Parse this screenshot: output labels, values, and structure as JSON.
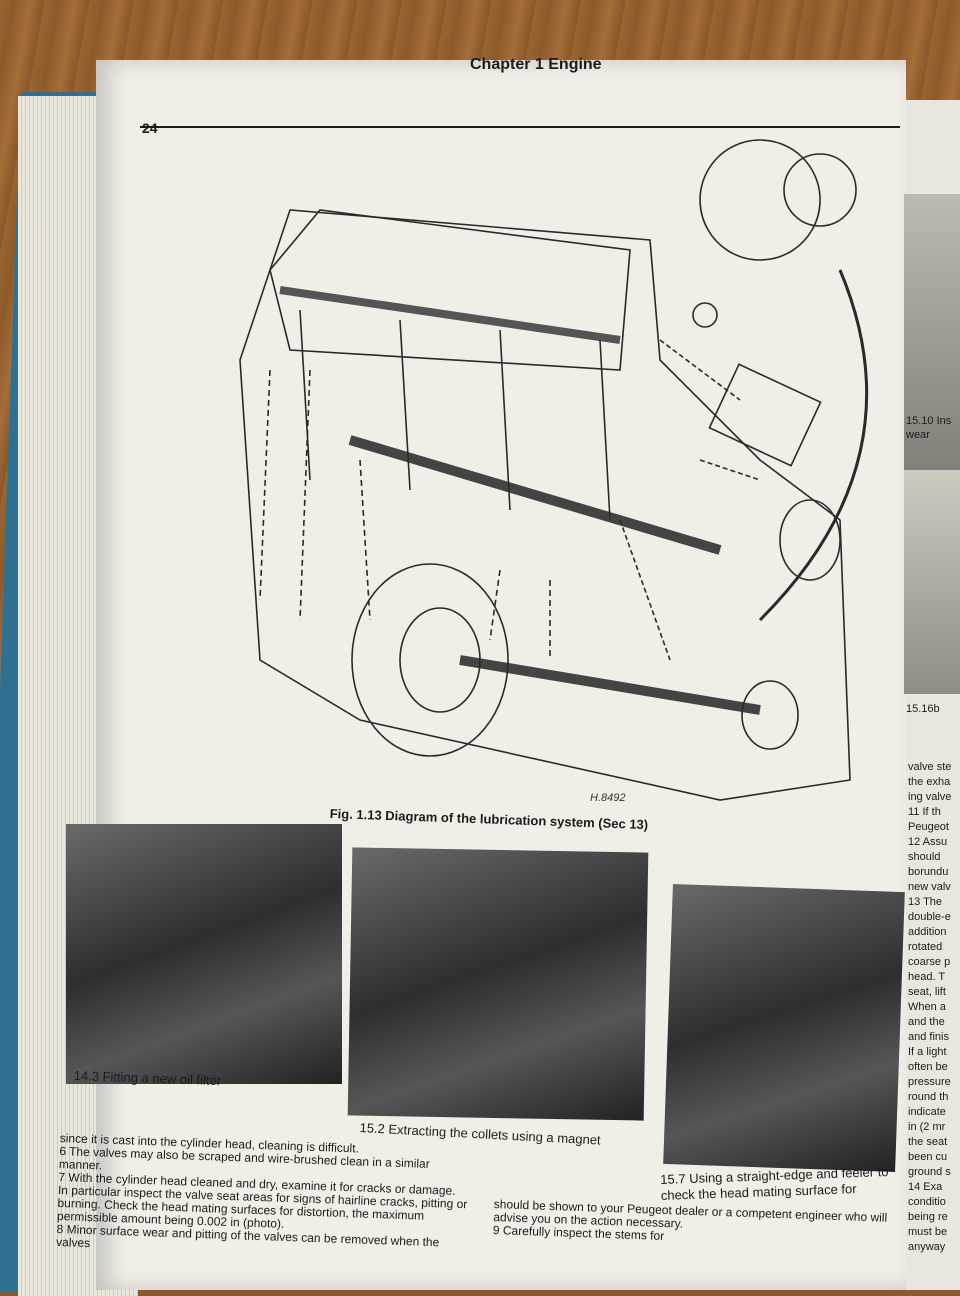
{
  "header": {
    "chapter_title": "Chapter 1 Engine",
    "page_number": "24"
  },
  "figure": {
    "caption": "Fig. 1.13 Diagram of the lubrication system (Sec 13)",
    "code": "H.8492"
  },
  "photos": [
    {
      "caption": "14.3 Fitting a new oil filter"
    },
    {
      "caption": "15.2 Extracting the collets using a magnet"
    },
    {
      "caption": "15.7 Using a straight-edge and feeler to check the head mating surface for"
    }
  ],
  "body_left": [
    "since it is cast into the cylinder head, cleaning is difficult.",
    "6  The valves may also be scraped and wire-brushed clean in a similar manner.",
    "7  With the cylinder head cleaned and dry, examine it for cracks or damage. In particular inspect the valve seat areas for signs of hairline cracks, pitting or burning. Check the head mating surfaces for distortion, the maximum permissible amount being 0.002 in (photo).",
    "8  Minor surface wear and pitting of the valves can be removed when the valves"
  ],
  "body_mid": [
    "should be shown to your Peugeot dealer or a competent engineer who will advise you on the action necessary.",
    "9  Carefully inspect the stems for"
  ],
  "right_strip": {
    "caption_a": "15.10 Ins",
    "caption_a2": "wear",
    "caption_b": "15.16b",
    "lines": [
      "valve ste",
      "the exha",
      "ing valve",
      "11  If th",
      "Peugeot",
      "12  Assu",
      "should",
      "borundu",
      "new valv",
      "13  The",
      "double-e",
      "addition",
      "rotated",
      "coarse p",
      "head. T",
      "seat, lift",
      "When a",
      "and the",
      "and finis",
      "If a light",
      "often be",
      "pressure",
      "round th",
      "indicate",
      "in (2 mr",
      "the seat",
      "been cu",
      "ground s",
      "14  Exa",
      "conditio",
      "being re",
      "must be",
      "anyway"
    ]
  }
}
